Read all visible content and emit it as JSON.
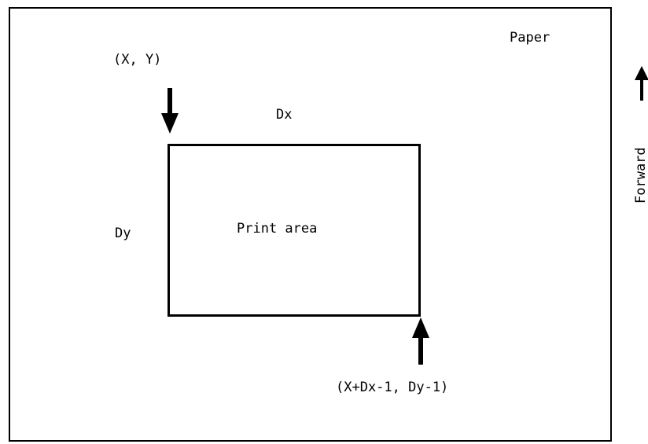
{
  "labels": {
    "paper": "Paper",
    "start": "(X, Y)",
    "dx": "Dx",
    "dy": "Dy",
    "print_area": "Print area",
    "end": "(X+Dx-1, Dy-1)",
    "direction": "Forward"
  },
  "icons": {
    "start_arrow": "arrow-down-icon",
    "end_arrow": "arrow-up-icon",
    "direction_arrow": "arrow-up-icon"
  },
  "colors": {
    "stroke": "#000000",
    "background": "#ffffff"
  }
}
